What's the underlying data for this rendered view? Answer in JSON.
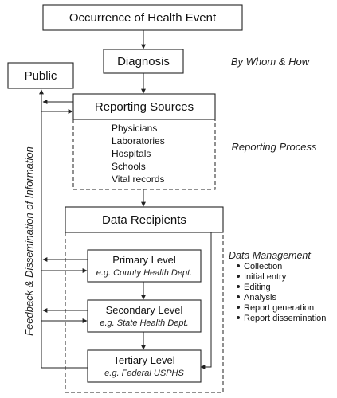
{
  "boxes": {
    "occurrence": "Occurrence of Health Event",
    "diagnosis": "Diagnosis",
    "public": "Public",
    "reporting_sources": "Reporting Sources",
    "data_recipients": "Data Recipients",
    "primary": {
      "title": "Primary Level",
      "example": "e.g. County Health Dept."
    },
    "secondary": {
      "title": "Secondary Level",
      "example": "e.g. State Health Dept."
    },
    "tertiary": {
      "title": "Tertiary Level",
      "example": "e.g. Federal USPHS"
    }
  },
  "reporting_sources_list": [
    "Physicians",
    "Laboratories",
    "Hospitals",
    "Schools",
    "Vital records"
  ],
  "side_labels": {
    "by_whom": "By Whom & How",
    "reporting_process": "Reporting Process",
    "data_management": "Data Management"
  },
  "data_management_items": [
    "Collection",
    "Initial entry",
    "Editing",
    "Analysis",
    "Report generation",
    "Report dissemination"
  ],
  "feedback_label": "Feedback & Dissemination of Information"
}
